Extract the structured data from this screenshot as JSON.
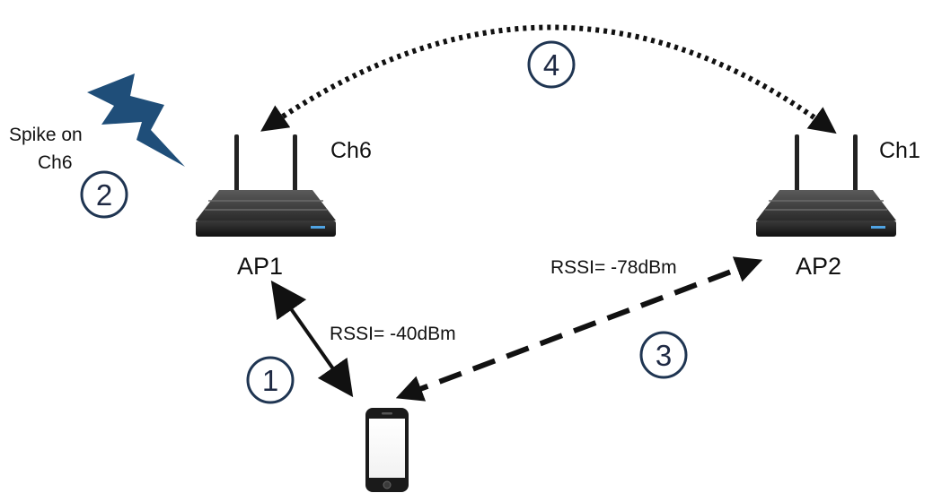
{
  "colors": {
    "step_circle": "#1f3552",
    "lightning": "#1f4e79",
    "router_body": "#2a2a2a",
    "router_led": "#4fa3e3",
    "arrow": "#111111"
  },
  "icons": {
    "ap1": "wireless-router-icon",
    "ap2": "wireless-router-icon",
    "client": "smartphone-icon",
    "interference": "lightning-bolt-icon"
  },
  "interference": {
    "label_line1": "Spike on",
    "label_line2": "Ch6"
  },
  "ap1": {
    "name": "AP1",
    "channel": "Ch6"
  },
  "ap2": {
    "name": "AP2",
    "channel": "Ch1"
  },
  "links": {
    "ap1_rssi": "RSSI= -40dBm",
    "ap2_rssi": "RSSI= -78dBm"
  },
  "steps": {
    "s1": "1",
    "s2": "2",
    "s3": "3",
    "s4": "4"
  }
}
